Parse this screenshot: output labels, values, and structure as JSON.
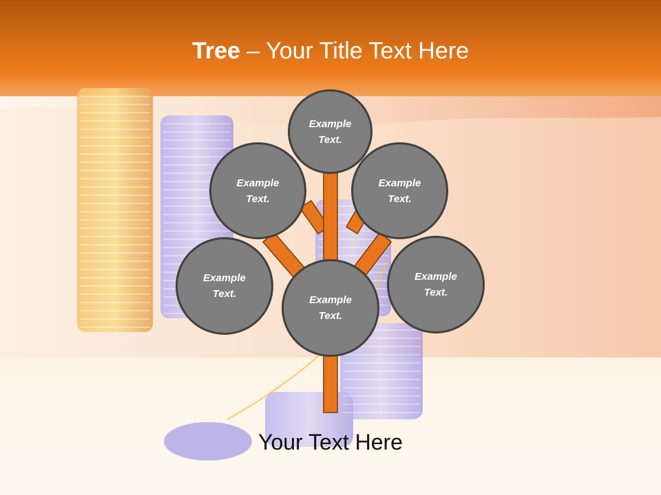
{
  "title": {
    "bold": "Tree",
    "dash": " – ",
    "rest": "Your Title Text Here"
  },
  "nodes": [
    {
      "label_line1": "Example",
      "label_line2": "Text."
    },
    {
      "label_line1": "Example",
      "label_line2": "Text."
    },
    {
      "label_line1": "Example",
      "label_line2": "Text."
    },
    {
      "label_line1": "Example",
      "label_line2": "Text."
    },
    {
      "label_line1": "Example",
      "label_line2": "Text."
    },
    {
      "label_line1": "Example",
      "label_line2": "Text."
    }
  ],
  "footer": {
    "text": "Your Text Here"
  },
  "colors": {
    "header_orange": "#e8761c",
    "trunk_orange": "#e8761c",
    "trunk_outline": "#7a3a0a",
    "node_fill": "#7f7f7f",
    "node_border": "#404040",
    "node_text": "#ffffff"
  }
}
